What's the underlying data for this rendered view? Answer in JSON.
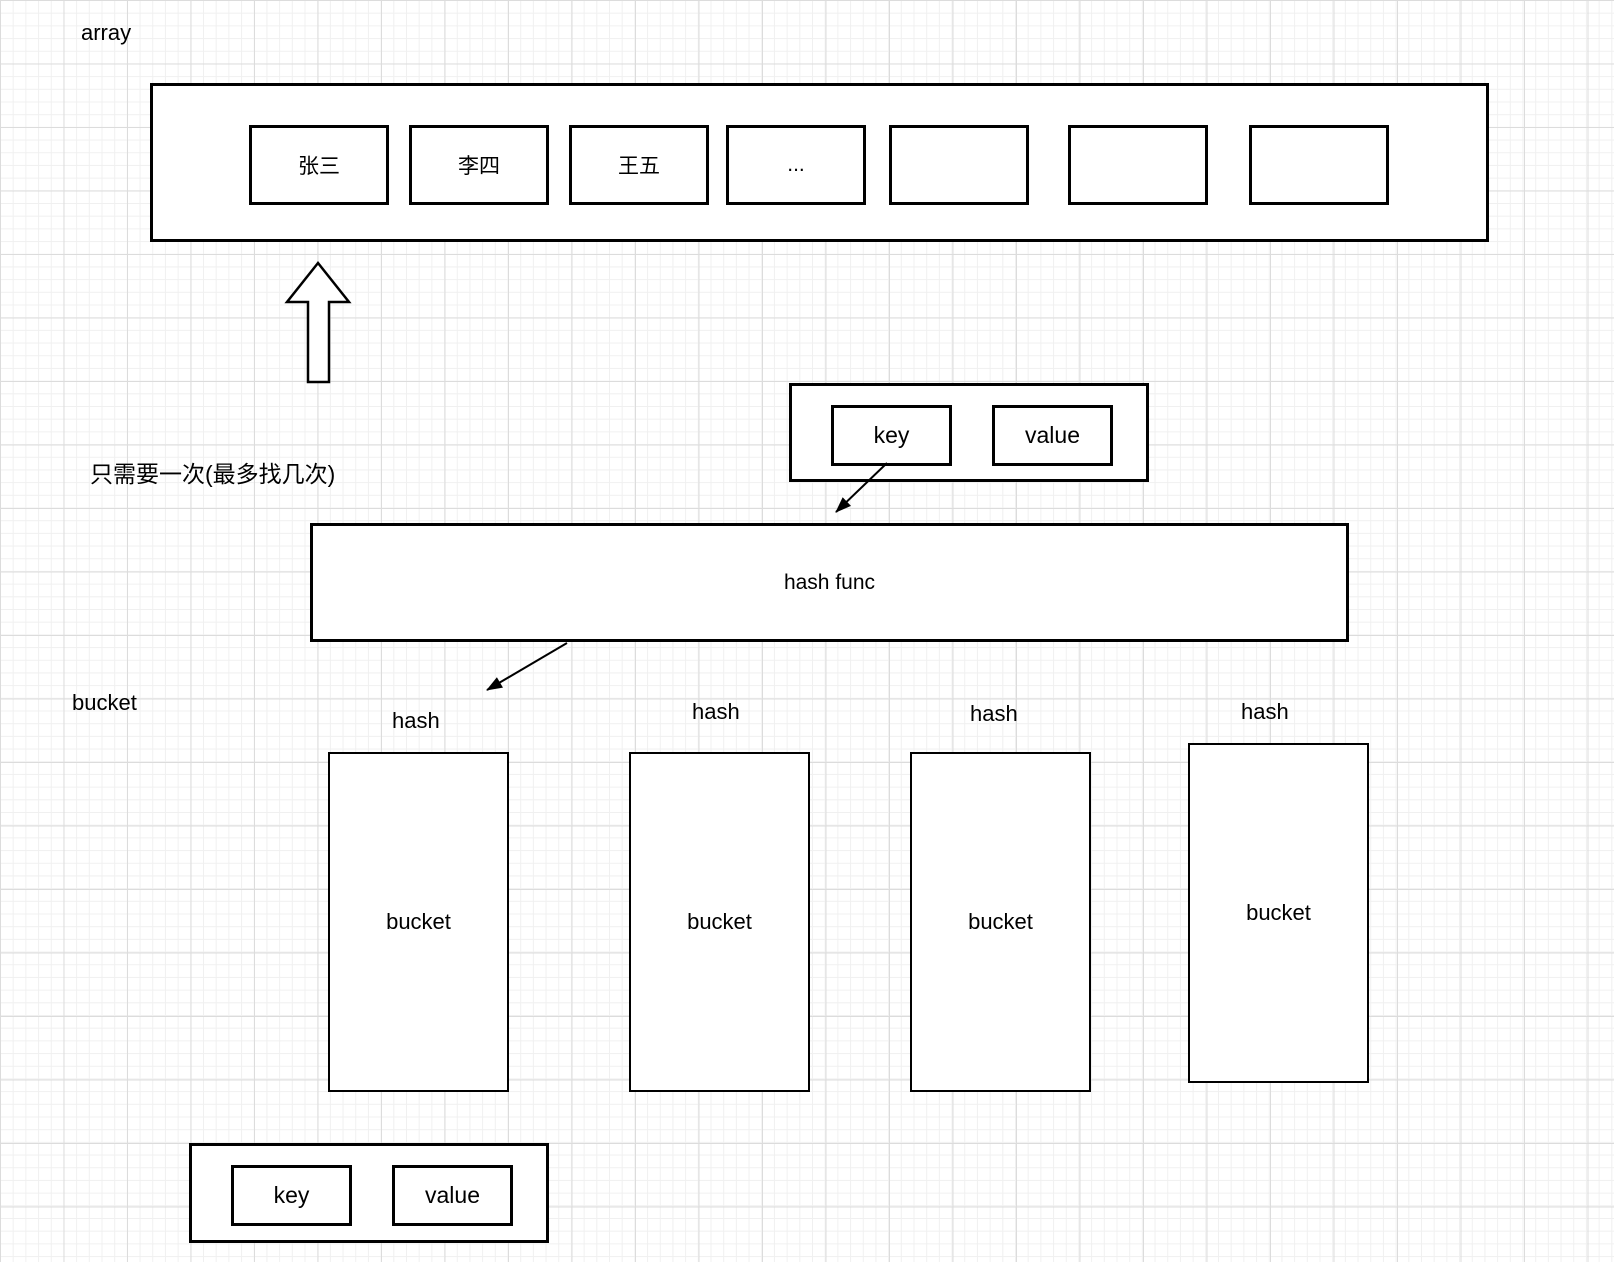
{
  "labels": {
    "array": "array",
    "note": "只需要一次(最多找几次)",
    "bucket_section": "bucket"
  },
  "array": {
    "cells": [
      "张三",
      "李四",
      "王五",
      "...",
      "",
      "",
      ""
    ]
  },
  "kv_top": {
    "key": "key",
    "value": "value"
  },
  "hash_func": {
    "label": "hash func"
  },
  "buckets": [
    {
      "hash_label": "hash",
      "label": "bucket"
    },
    {
      "hash_label": "hash",
      "label": "bucket"
    },
    {
      "hash_label": "hash",
      "label": "bucket"
    },
    {
      "hash_label": "hash",
      "label": "bucket"
    }
  ],
  "kv_bottom": {
    "key": "key",
    "value": "value"
  },
  "colors": {
    "stroke": "#000000",
    "background": "#ffffff",
    "grid_minor": "#f0f0f0",
    "grid_major": "#dcdcdc"
  }
}
